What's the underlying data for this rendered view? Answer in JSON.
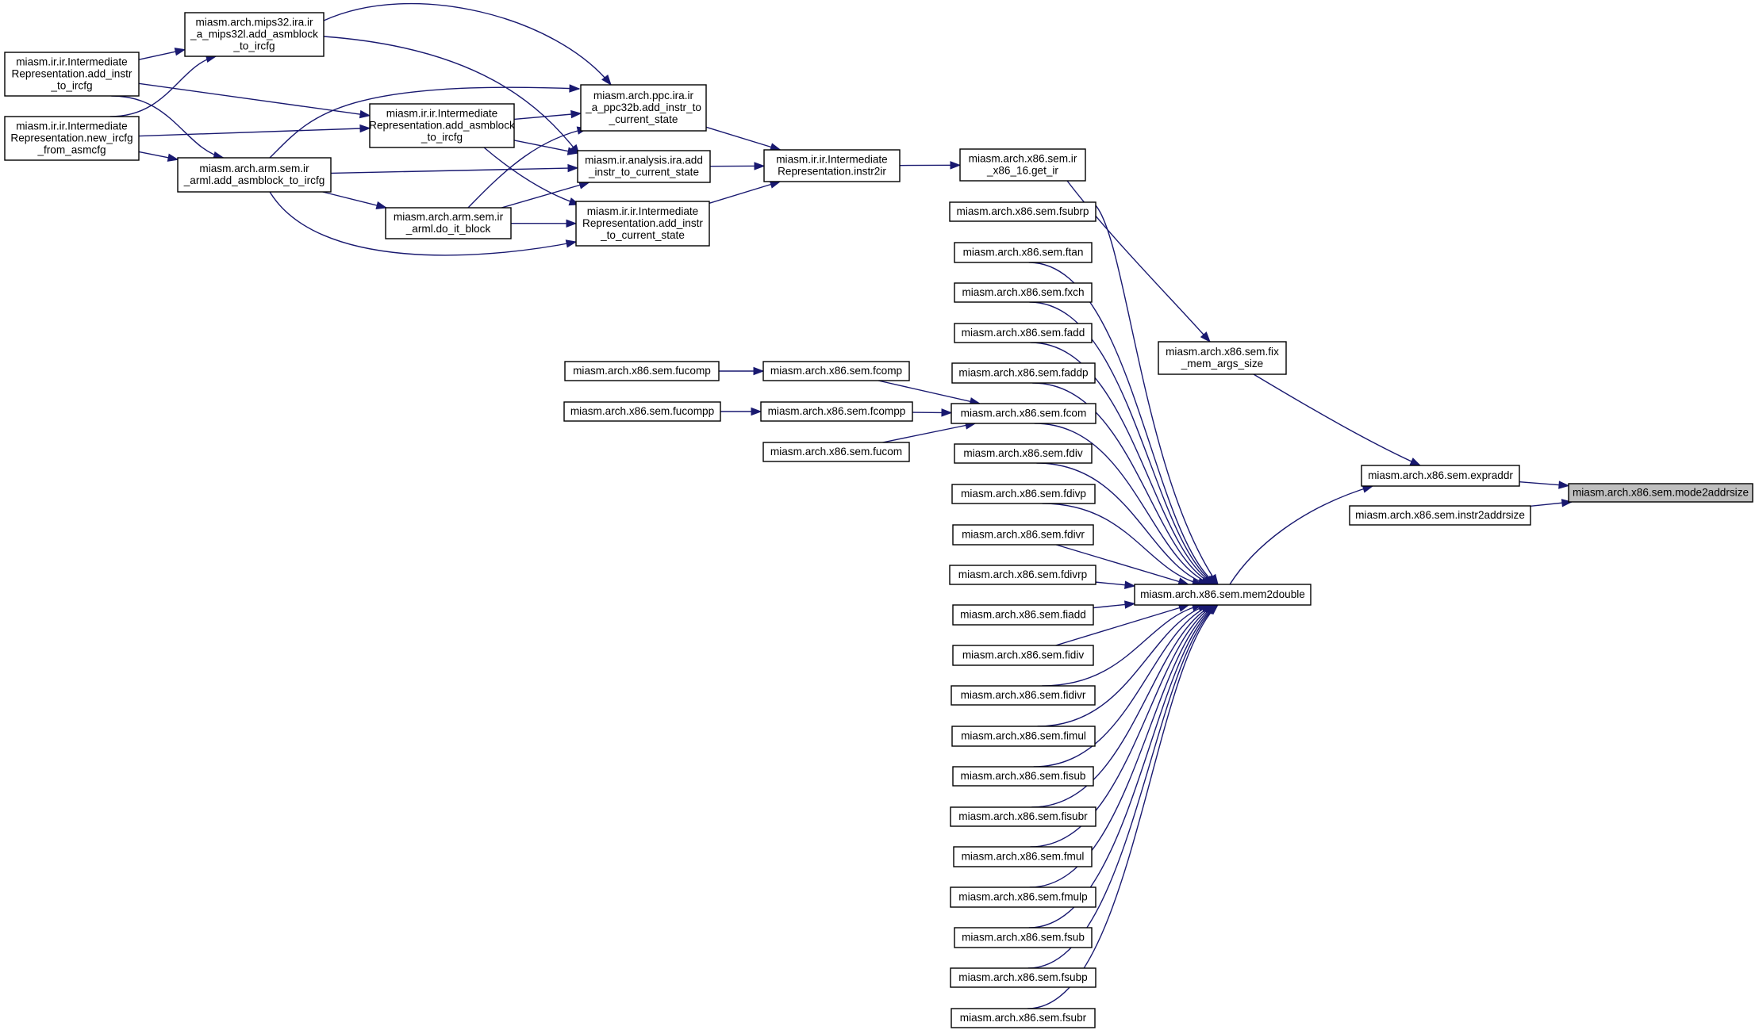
{
  "graph": {
    "nodes": [
      {
        "id": "mode2addrsize",
        "lines": [
          "miasm.arch.x86.sem.mode2addrsize"
        ],
        "highlight": true
      },
      {
        "id": "expraddr",
        "lines": [
          "miasm.arch.x86.sem.expraddr"
        ]
      },
      {
        "id": "instr2addrsize",
        "lines": [
          "miasm.arch.x86.sem.instr2addrsize"
        ]
      },
      {
        "id": "fix_mem",
        "lines": [
          "miasm.arch.x86.sem.fix",
          "_mem_args_size"
        ]
      },
      {
        "id": "get_ir",
        "lines": [
          "miasm.arch.x86.sem.ir",
          "_x86_16.get_ir"
        ]
      },
      {
        "id": "instr2ir",
        "lines": [
          "miasm.ir.ir.Intermediate",
          "Representation.instr2ir"
        ]
      },
      {
        "id": "ppc_add",
        "lines": [
          "miasm.arch.ppc.ira.ir",
          "_a_ppc32b.add_instr_to",
          "_current_state"
        ]
      },
      {
        "id": "ira_add",
        "lines": [
          "miasm.ir.analysis.ira.add",
          "_instr_to_current_state"
        ]
      },
      {
        "id": "ir_add_cur",
        "lines": [
          "miasm.ir.ir.Intermediate",
          "Representation.add_instr",
          "_to_current_state"
        ]
      },
      {
        "id": "mips_asm",
        "lines": [
          "miasm.arch.mips32.ira.ir",
          "_a_mips32l.add_asmblock",
          "_to_ircfg"
        ]
      },
      {
        "id": "ir_add_asm",
        "lines": [
          "miasm.ir.ir.Intermediate",
          "Representation.add_asmblock",
          "_to_ircfg"
        ]
      },
      {
        "id": "arm_do_it",
        "lines": [
          "miasm.arch.arm.sem.ir",
          "_arml.do_it_block"
        ]
      },
      {
        "id": "arm_asm",
        "lines": [
          "miasm.arch.arm.sem.ir",
          "_arml.add_asmblock_to_ircfg"
        ]
      },
      {
        "id": "ir_add_instr_ircfg",
        "lines": [
          "miasm.ir.ir.Intermediate",
          "Representation.add_instr",
          "_to_ircfg"
        ]
      },
      {
        "id": "ir_new_ircfg",
        "lines": [
          "miasm.ir.ir.Intermediate",
          "Representation.new_ircfg",
          "_from_asmcfg"
        ]
      },
      {
        "id": "mem2double",
        "lines": [
          "miasm.arch.x86.sem.mem2double"
        ]
      },
      {
        "id": "fsubrp",
        "lines": [
          "miasm.arch.x86.sem.fsubrp"
        ]
      },
      {
        "id": "ftan",
        "lines": [
          "miasm.arch.x86.sem.ftan"
        ]
      },
      {
        "id": "fxch",
        "lines": [
          "miasm.arch.x86.sem.fxch"
        ]
      },
      {
        "id": "fadd",
        "lines": [
          "miasm.arch.x86.sem.fadd"
        ]
      },
      {
        "id": "faddp",
        "lines": [
          "miasm.arch.x86.sem.faddp"
        ]
      },
      {
        "id": "fcom",
        "lines": [
          "miasm.arch.x86.sem.fcom"
        ]
      },
      {
        "id": "fdiv",
        "lines": [
          "miasm.arch.x86.sem.fdiv"
        ]
      },
      {
        "id": "fdivp",
        "lines": [
          "miasm.arch.x86.sem.fdivp"
        ]
      },
      {
        "id": "fdivr",
        "lines": [
          "miasm.arch.x86.sem.fdivr"
        ]
      },
      {
        "id": "fdivrp",
        "lines": [
          "miasm.arch.x86.sem.fdivrp"
        ]
      },
      {
        "id": "fiadd",
        "lines": [
          "miasm.arch.x86.sem.fiadd"
        ]
      },
      {
        "id": "fidiv",
        "lines": [
          "miasm.arch.x86.sem.fidiv"
        ]
      },
      {
        "id": "fidivr",
        "lines": [
          "miasm.arch.x86.sem.fidivr"
        ]
      },
      {
        "id": "fimul",
        "lines": [
          "miasm.arch.x86.sem.fimul"
        ]
      },
      {
        "id": "fisub",
        "lines": [
          "miasm.arch.x86.sem.fisub"
        ]
      },
      {
        "id": "fisubr",
        "lines": [
          "miasm.arch.x86.sem.fisubr"
        ]
      },
      {
        "id": "fmul",
        "lines": [
          "miasm.arch.x86.sem.fmul"
        ]
      },
      {
        "id": "fmulp",
        "lines": [
          "miasm.arch.x86.sem.fmulp"
        ]
      },
      {
        "id": "fsub",
        "lines": [
          "miasm.arch.x86.sem.fsub"
        ]
      },
      {
        "id": "fsubp",
        "lines": [
          "miasm.arch.x86.sem.fsubp"
        ]
      },
      {
        "id": "fsubr",
        "lines": [
          "miasm.arch.x86.sem.fsubr"
        ]
      },
      {
        "id": "fcomp",
        "lines": [
          "miasm.arch.x86.sem.fcomp"
        ]
      },
      {
        "id": "fcompp",
        "lines": [
          "miasm.arch.x86.sem.fcompp"
        ]
      },
      {
        "id": "fucom",
        "lines": [
          "miasm.arch.x86.sem.fucom"
        ]
      },
      {
        "id": "fucomp",
        "lines": [
          "miasm.arch.x86.sem.fucomp"
        ]
      },
      {
        "id": "fucompp",
        "lines": [
          "miasm.arch.x86.sem.fucompp"
        ]
      }
    ],
    "edges": [
      {
        "from": "expraddr",
        "to": "mode2addrsize"
      },
      {
        "from": "instr2addrsize",
        "to": "mode2addrsize"
      },
      {
        "from": "fix_mem",
        "to": "expraddr"
      },
      {
        "from": "mem2double",
        "to": "expraddr"
      },
      {
        "from": "get_ir",
        "to": "fix_mem"
      },
      {
        "from": "instr2ir",
        "to": "get_ir"
      },
      {
        "from": "ppc_add",
        "to": "instr2ir"
      },
      {
        "from": "ira_add",
        "to": "instr2ir"
      },
      {
        "from": "ir_add_cur",
        "to": "instr2ir"
      },
      {
        "from": "mips_asm",
        "to": "ppc_add"
      },
      {
        "from": "mips_asm",
        "to": "ira_add"
      },
      {
        "from": "ir_add_asm",
        "to": "ppc_add"
      },
      {
        "from": "ir_add_asm",
        "to": "ira_add"
      },
      {
        "from": "ir_add_asm",
        "to": "ir_add_cur"
      },
      {
        "from": "arm_do_it",
        "to": "ppc_add"
      },
      {
        "from": "arm_do_it",
        "to": "ira_add"
      },
      {
        "from": "arm_do_it",
        "to": "ir_add_cur"
      },
      {
        "from": "arm_asm",
        "to": "ppc_add"
      },
      {
        "from": "arm_asm",
        "to": "ira_add"
      },
      {
        "from": "arm_asm",
        "to": "ir_add_cur"
      },
      {
        "from": "arm_asm",
        "to": "arm_do_it"
      },
      {
        "from": "ir_add_instr_ircfg",
        "to": "mips_asm"
      },
      {
        "from": "ir_add_instr_ircfg",
        "to": "ir_add_asm"
      },
      {
        "from": "ir_add_instr_ircfg",
        "to": "arm_asm"
      },
      {
        "from": "ir_new_ircfg",
        "to": "mips_asm"
      },
      {
        "from": "ir_new_ircfg",
        "to": "ir_add_asm"
      },
      {
        "from": "ir_new_ircfg",
        "to": "arm_asm"
      },
      {
        "from": "fsubrp",
        "to": "mem2double"
      },
      {
        "from": "ftan",
        "to": "mem2double"
      },
      {
        "from": "fxch",
        "to": "mem2double"
      },
      {
        "from": "fadd",
        "to": "mem2double"
      },
      {
        "from": "faddp",
        "to": "mem2double"
      },
      {
        "from": "fcom",
        "to": "mem2double"
      },
      {
        "from": "fdiv",
        "to": "mem2double"
      },
      {
        "from": "fdivp",
        "to": "mem2double"
      },
      {
        "from": "fdivr",
        "to": "mem2double"
      },
      {
        "from": "fdivrp",
        "to": "mem2double"
      },
      {
        "from": "fiadd",
        "to": "mem2double"
      },
      {
        "from": "fidiv",
        "to": "mem2double"
      },
      {
        "from": "fidivr",
        "to": "mem2double"
      },
      {
        "from": "fimul",
        "to": "mem2double"
      },
      {
        "from": "fisub",
        "to": "mem2double"
      },
      {
        "from": "fisubr",
        "to": "mem2double"
      },
      {
        "from": "fmul",
        "to": "mem2double"
      },
      {
        "from": "fmulp",
        "to": "mem2double"
      },
      {
        "from": "fsub",
        "to": "mem2double"
      },
      {
        "from": "fsubp",
        "to": "mem2double"
      },
      {
        "from": "fsubr",
        "to": "mem2double"
      },
      {
        "from": "fcomp",
        "to": "fcom"
      },
      {
        "from": "fcompp",
        "to": "fcom"
      },
      {
        "from": "fucom",
        "to": "fcom"
      },
      {
        "from": "fucomp",
        "to": "fcomp"
      },
      {
        "from": "fucompp",
        "to": "fcompp"
      }
    ]
  }
}
